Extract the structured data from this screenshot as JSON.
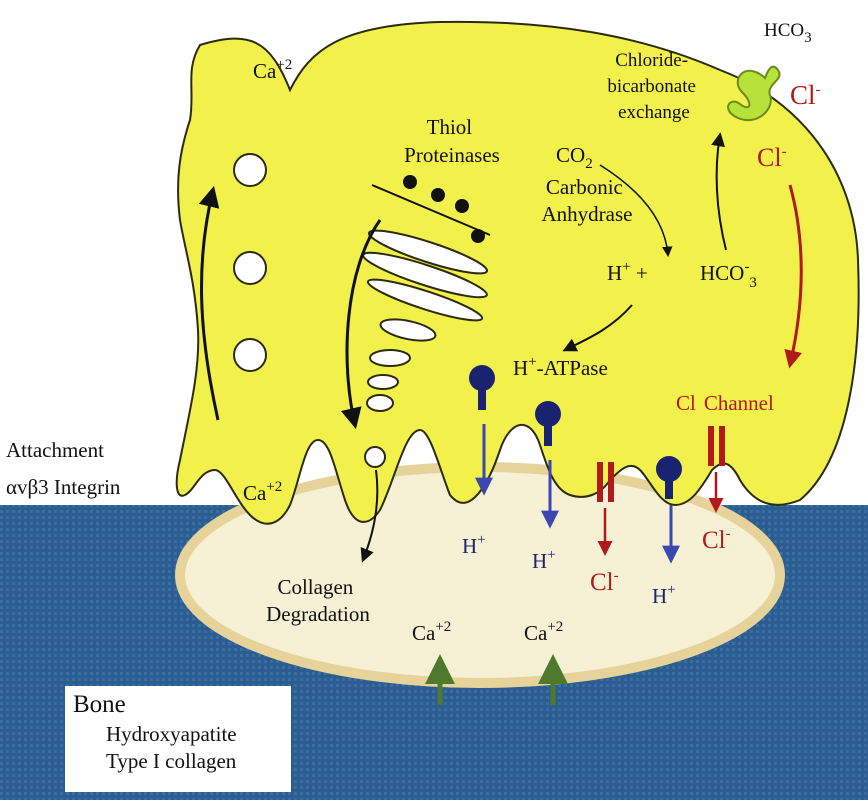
{
  "colors": {
    "cell": "#f2f04a",
    "cell_stroke": "#2b2b10",
    "bone": "#2b5d90",
    "lacuna": "#f6f0d4",
    "lacuna_rim": "#e6d39a",
    "pump": "#1a2370",
    "proton_arrow": "#3b48b0",
    "chloride": "#b01a1a",
    "exchanger": "#b6e23a",
    "calcium_arrow": "#4f7a2c",
    "bone_box": "#ffffff"
  },
  "labels": {
    "ca_top": {
      "base": "Ca",
      "sup": "+2"
    },
    "hco3_top": {
      "base": "HCO",
      "sub": "3"
    },
    "cl_exchanger": {
      "base": "Cl",
      "sup": "-"
    },
    "cl_exchanger_out": {
      "base": "Cl",
      "sup": "-"
    },
    "exchange": [
      "Chloride-",
      "bicarbonate",
      "exchange"
    ],
    "thiol": [
      "Thiol",
      "Proteinases"
    ],
    "co2": {
      "base": "CO",
      "sub": "2"
    },
    "carbonic": [
      "Carbonic",
      "Anhydrase"
    ],
    "h_plus": {
      "base": "H",
      "sup": "+",
      "tail": " +"
    },
    "hco3_mid": {
      "base": "HCO",
      "sup": "-",
      "sub": "3"
    },
    "atpase": {
      "base": "H",
      "sup": "+",
      "tail": "-ATPase"
    },
    "cl_channel": {
      "cl": "Cl",
      "word": "Channel"
    },
    "attachment": [
      "Attachment",
      "αvβ3 Integrin"
    ],
    "ca_left": {
      "base": "Ca",
      "sup": "+2"
    },
    "h_lac1": {
      "base": "H",
      "sup": "+"
    },
    "h_lac2": {
      "base": "H",
      "sup": "+"
    },
    "h_lac3": {
      "base": "H",
      "sup": "+"
    },
    "cl_lac1": {
      "base": "Cl",
      "sup": "-"
    },
    "cl_lac2": {
      "base": "Cl",
      "sup": "-"
    },
    "collagen": [
      "Collagen",
      "Degradation"
    ],
    "ca_bone1": {
      "base": "Ca",
      "sup": "+2"
    },
    "ca_bone2": {
      "base": "Ca",
      "sup": "+2"
    },
    "bone_box": {
      "title": "Bone",
      "line1": "Hydroxyapatite",
      "line2": "Type I collagen"
    }
  }
}
